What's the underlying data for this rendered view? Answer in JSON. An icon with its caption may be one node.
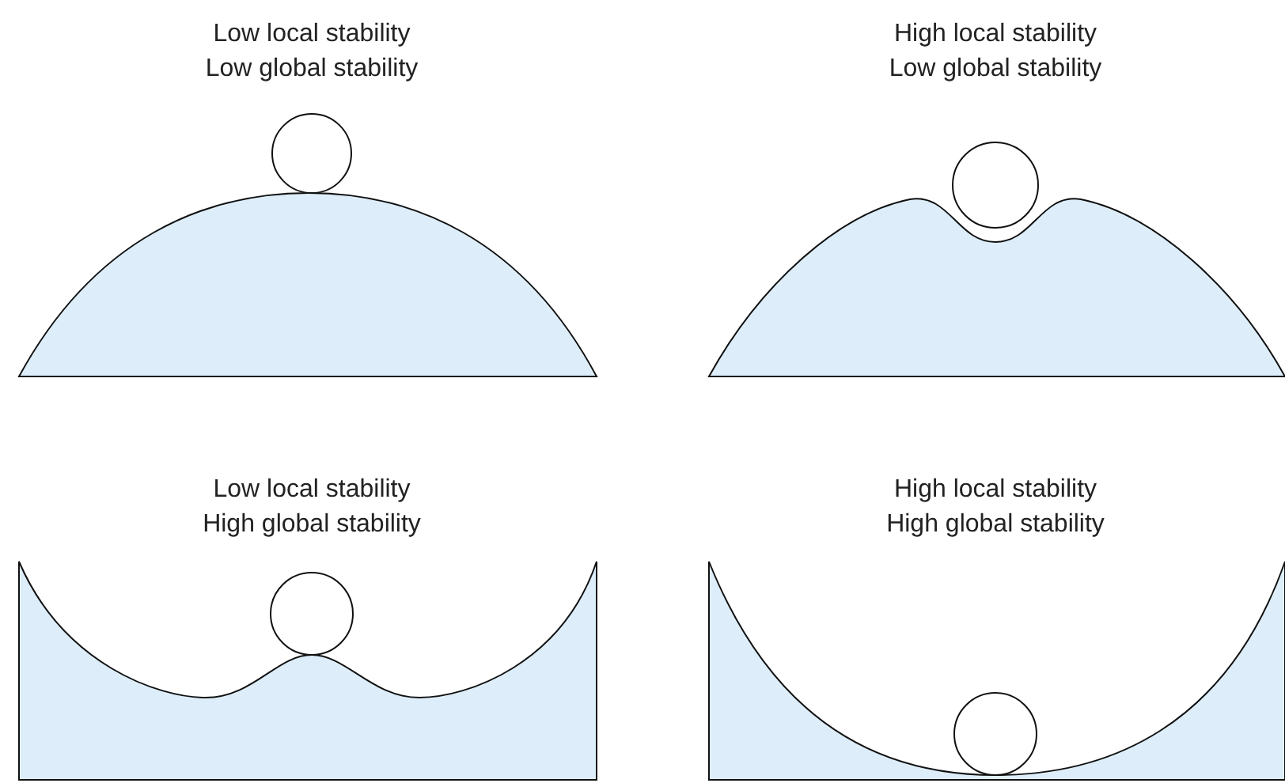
{
  "diagram": {
    "labels": [
      "Low local stability",
      "Low global stability",
      "High local stability",
      "Low global stability",
      "Low local stability",
      "High global stability",
      "High local stability",
      "High global stability"
    ]
  }
}
